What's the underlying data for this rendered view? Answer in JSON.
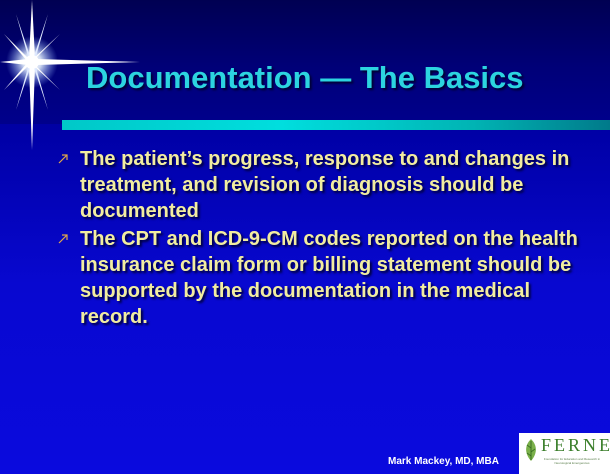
{
  "slide": {
    "title": "Documentation — The Basics",
    "bullets": [
      "The patient’s progress, response to and changes in treatment, and revision of diagnosis should be documented",
      "The CPT and ICD-9-CM codes reported on the health insurance claim form or billing statement should be supported by the documentation in the medical record."
    ],
    "bullet_icon": "arrow-up-right-icon",
    "footer": {
      "author": "Mark Mackey, MD, MBA",
      "logo_text": "FERNE",
      "logo_tagline": "Foundation for Education and Research in Neurological Emergencies"
    }
  },
  "colors": {
    "title": "#2cd4e0",
    "bullet_text": "#f2eda0",
    "rule": "#00d0d0",
    "background_top": "#00006a",
    "background_bottom": "#0a0ade",
    "logo_green": "#3a7e2a"
  }
}
